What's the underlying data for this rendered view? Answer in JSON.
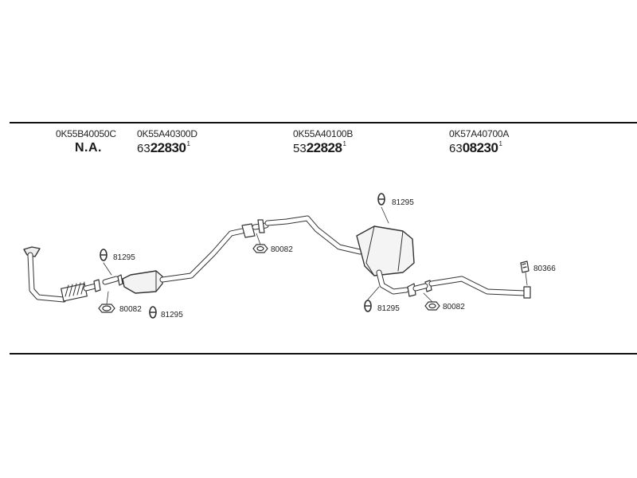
{
  "headers": [
    {
      "oe": "0K55B40050C",
      "line2": "N.A."
    },
    {
      "oe": "0K55A40300D",
      "prefix": "63",
      "number": "22830",
      "sup": "1"
    },
    {
      "oe": "0K55A40100B",
      "prefix": "53",
      "number": "22828",
      "sup": "1"
    },
    {
      "oe": "0K57A40700A",
      "prefix": "63",
      "number": "08230",
      "sup": "1"
    }
  ],
  "callouts": {
    "hanger_left_top": "81295",
    "gasket_left": "80082",
    "hanger_left_bottom": "81295",
    "gasket_center": "80082",
    "hanger_right_top": "81295",
    "hanger_right_bottom": "81295",
    "gasket_right": "80082",
    "clamp_tail": "80366"
  }
}
